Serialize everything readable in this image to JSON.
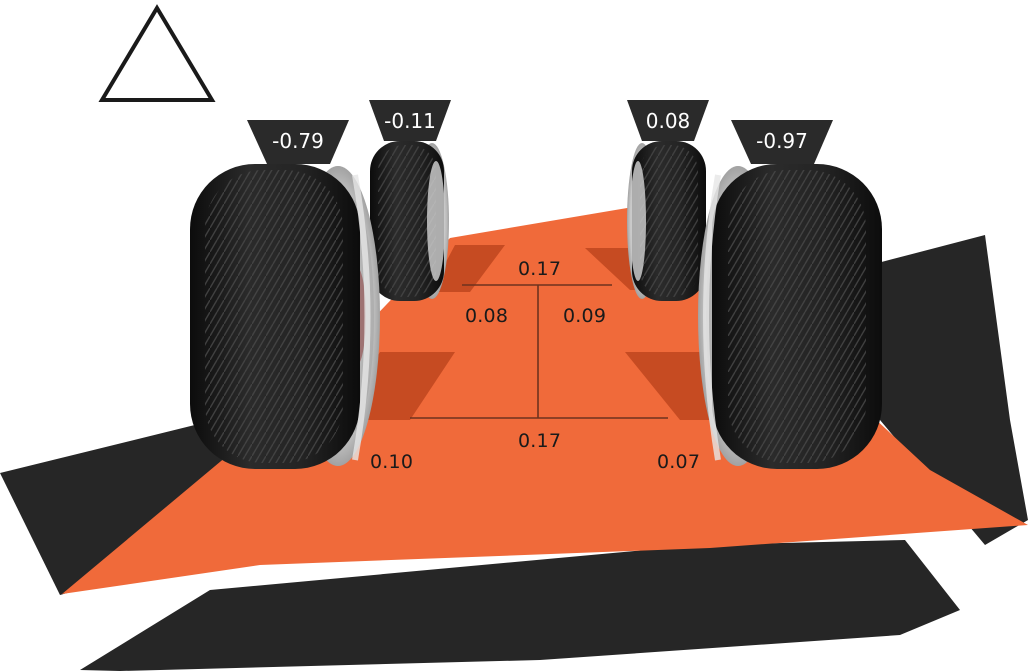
{
  "colors": {
    "platform": "#f06a3a",
    "shadow": "#262626",
    "badge": "#2a2a2a",
    "tire": "#161616",
    "line": "#7a3a22"
  },
  "icon": "warning-triangle-icon",
  "camber": {
    "front_left": "-0.79",
    "rear_left": "-0.11",
    "rear_right": "0.08",
    "front_right": "-0.97"
  },
  "toe": {
    "rear_total": "0.17",
    "rear_left": "0.08",
    "rear_right": "0.09",
    "front_total": "0.17",
    "front_left": "0.10",
    "front_right": "0.07"
  }
}
